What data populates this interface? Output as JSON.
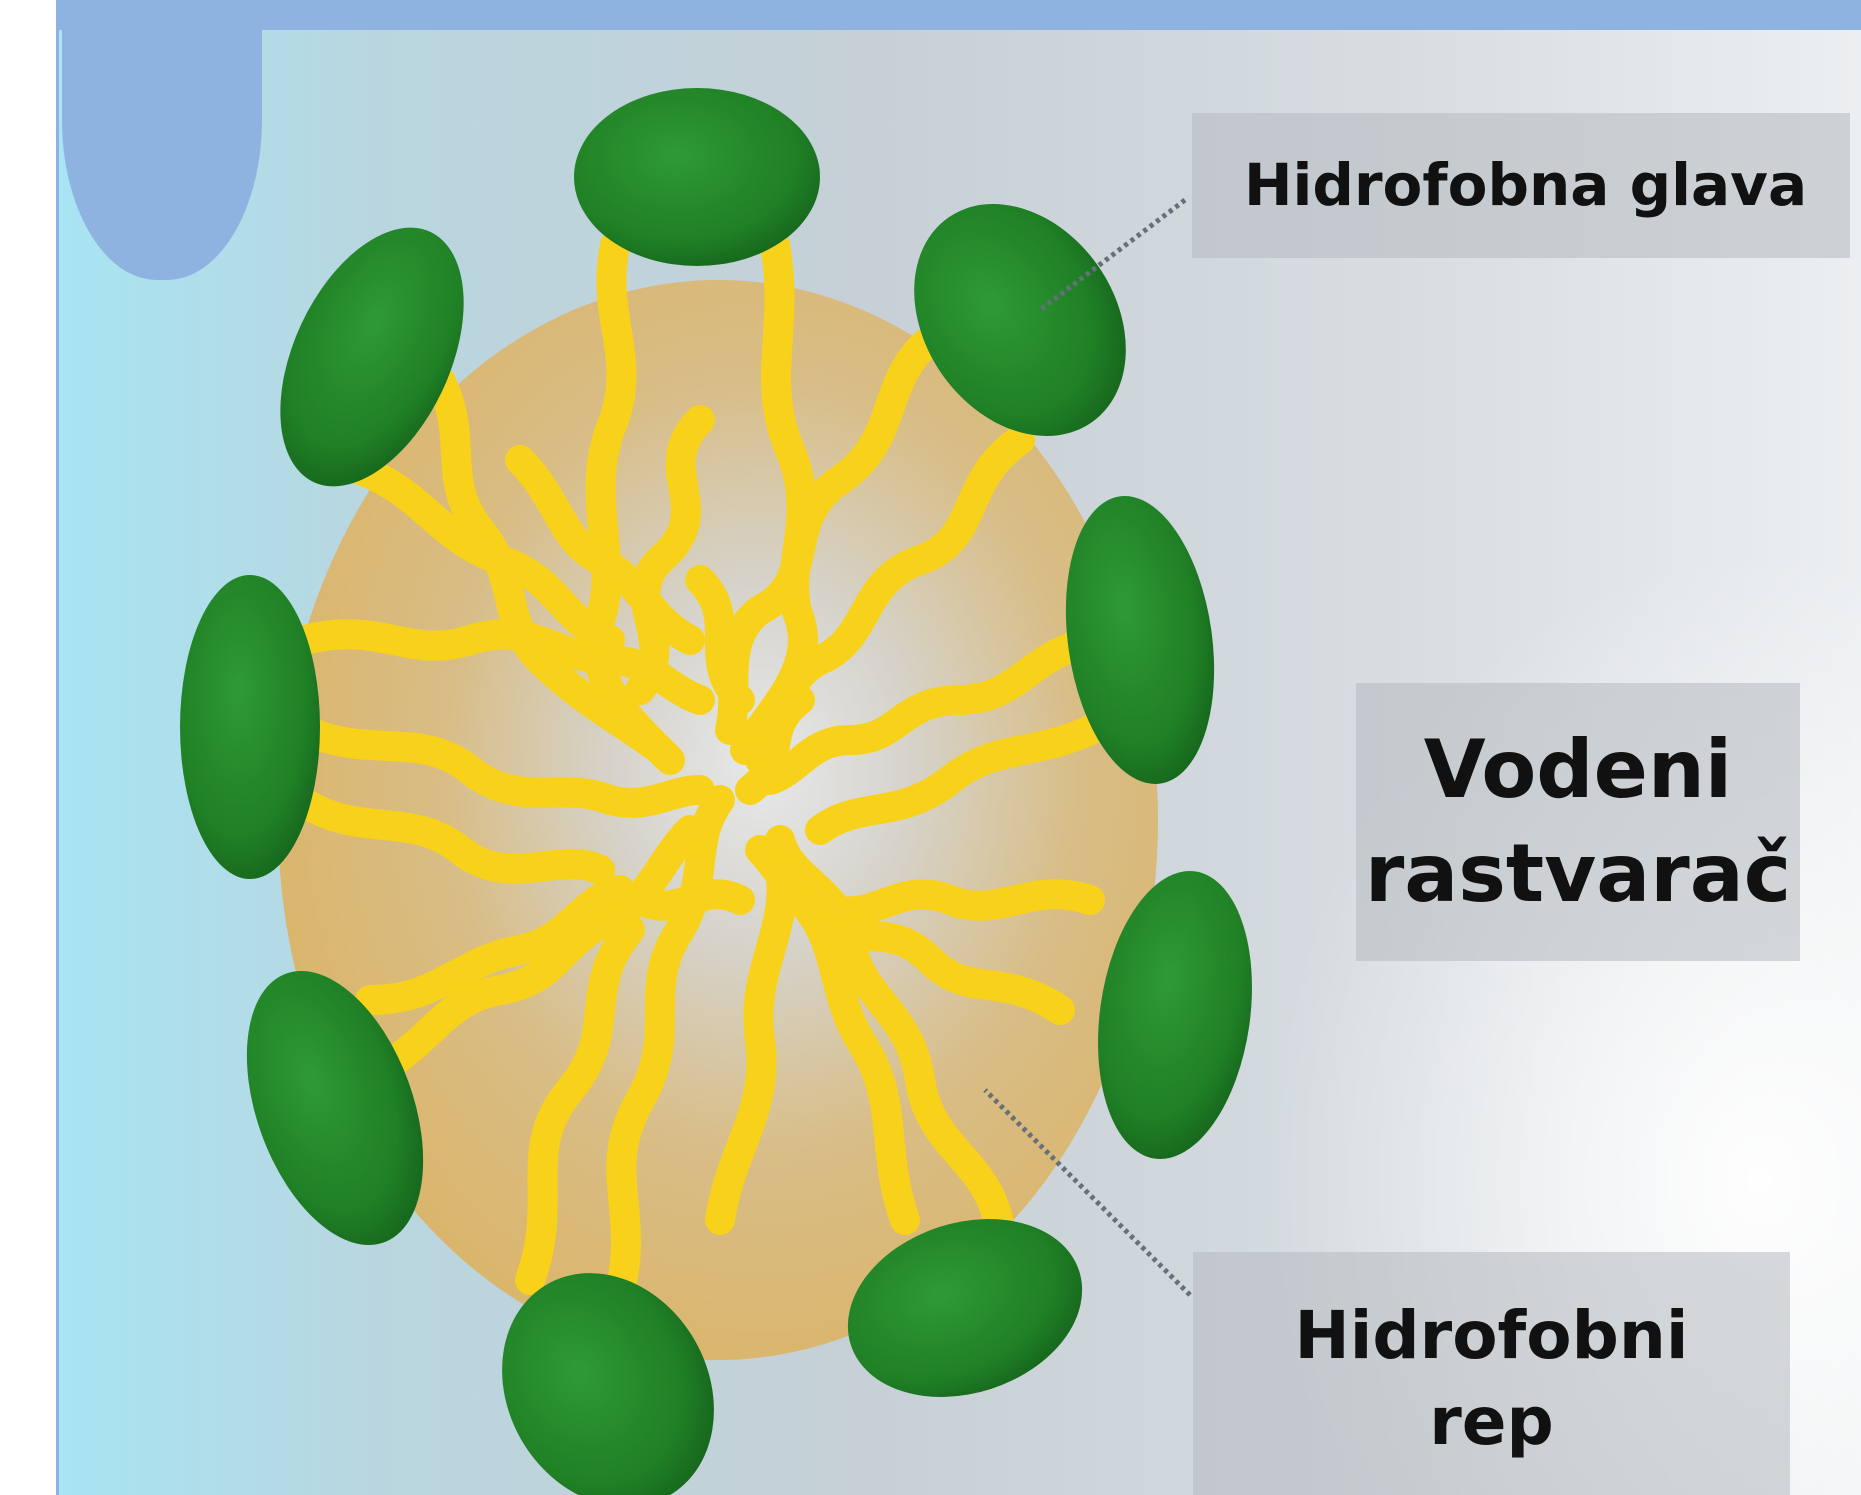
{
  "labels": {
    "head": "Hidrofobna glava",
    "solvent_line1": "Vodeni",
    "solvent_line2": "rastvarač",
    "tail_line1": "Hidrofobni",
    "tail_line2": "rep"
  },
  "colors": {
    "frame": "#8fb3e0",
    "head_fill": "#1e7d24",
    "tail_fill": "#f8d21a",
    "core_fill": "#dcb46a",
    "label_bg": "#b4bac0"
  },
  "icons": {
    "head": "green-ellipse-icon"
  }
}
